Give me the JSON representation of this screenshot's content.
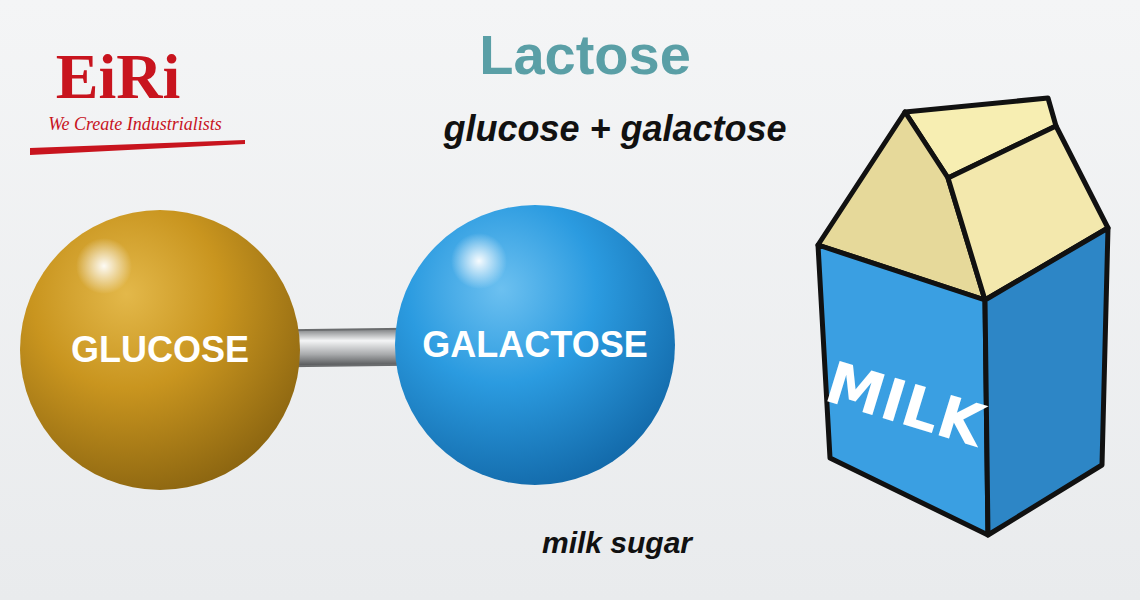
{
  "diagram": {
    "title": "Lactose",
    "nodes": [
      {
        "text": [
          "GLUCOSE"
        ]
      },
      {
        "text": [
          "GALACTOSE"
        ]
      },
      {
        "text": [
          "MILK"
        ]
      }
    ],
    "edges": [
      {
        "from": 0,
        "to": 1,
        "arrow": "none"
      }
    ],
    "labels": [
      "EiRi",
      "We Create Industrialists",
      "glucose + galactose",
      "milk sugar"
    ]
  }
}
